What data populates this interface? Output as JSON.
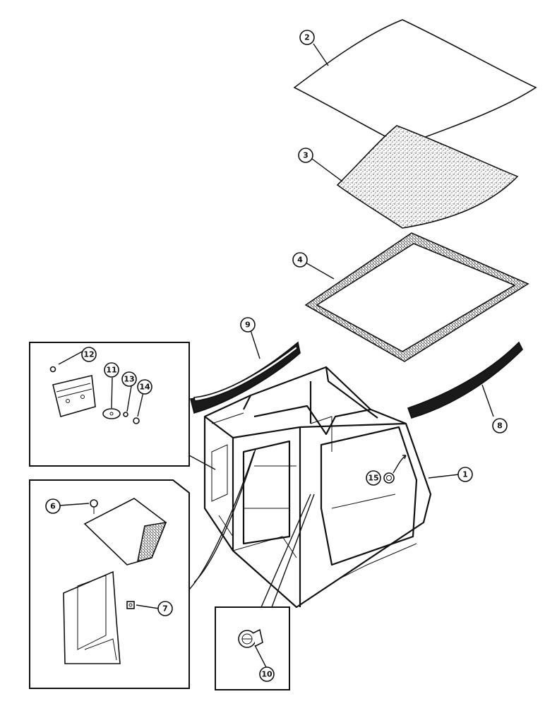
{
  "diagram": {
    "type": "exploded-parts-view",
    "callouts": [
      "1",
      "2",
      "3",
      "4",
      "6",
      "7",
      "8",
      "9",
      "10",
      "11",
      "12",
      "13",
      "14",
      "15"
    ]
  }
}
